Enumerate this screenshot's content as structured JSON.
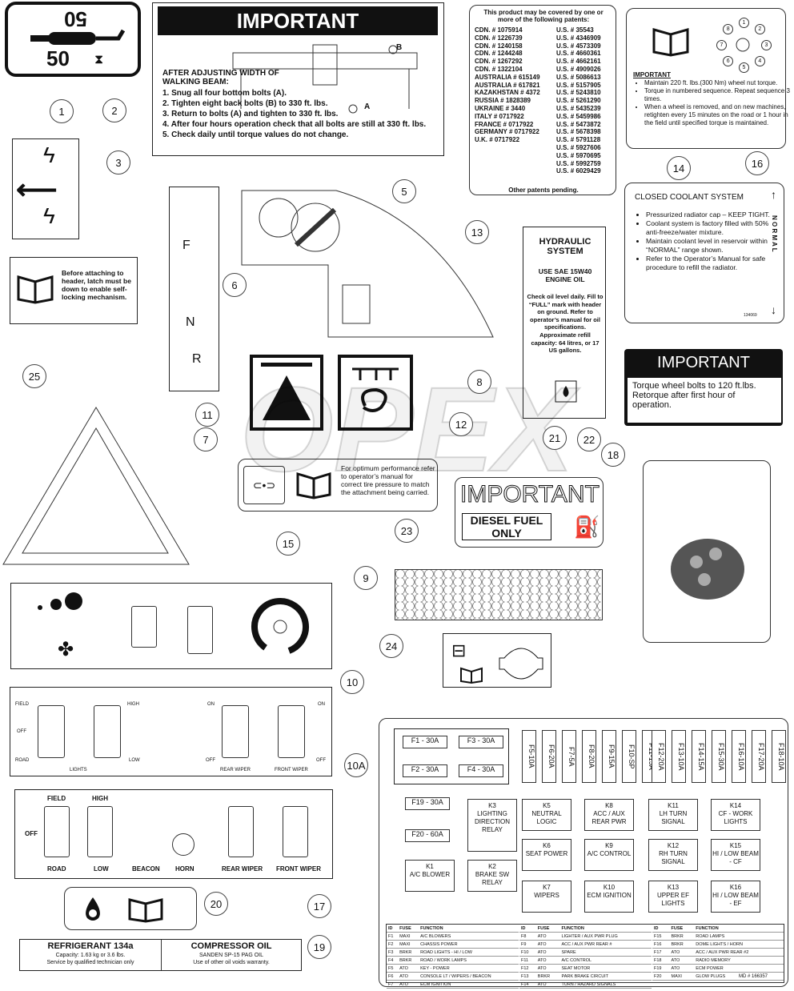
{
  "callouts": [
    "1",
    "2",
    "3",
    "5",
    "6",
    "8",
    "9",
    "10",
    "10A",
    "11",
    "12",
    "13",
    "14",
    "15",
    "16",
    "17",
    "18",
    "19",
    "20",
    "21",
    "22",
    "23",
    "24",
    "25",
    "7"
  ],
  "decal1": {
    "top": "50",
    "bottom": "50"
  },
  "decal2": {
    "title": "IMPORTANT",
    "labelA": "A",
    "labelB": "B",
    "heading": "AFTER ADJUSTING WIDTH OF WALKING BEAM:",
    "steps": [
      "1.  Snug all four bottom bolts (A).",
      "2.  Tighten eight back bolts (B) to 330 ft. lbs.",
      "3.  Return to bolts (A) and tighten to 330 ft. lbs.",
      "4.  After four hours operation check that all bolts are still at 330 ft. lbs.",
      "5.  Check daily until torque values do not change."
    ]
  },
  "decal13": {
    "header": "This product may be covered by one or more of the following patents:",
    "left": [
      "CDN. # 1075914",
      "CDN. # 1226739",
      "CDN. # 1240158",
      "CDN. # 1244248",
      "CDN. # 1267292",
      "CDN. # 1322104",
      "AUSTRALIA # 615149",
      "AUSTRALIA # 617821",
      "KAZAKHSTAN # 4372",
      "RUSSIA # 1828389",
      "UKRAINE # 3440",
      "ITALY # 0717922",
      "FRANCE # 0717922",
      "GERMANY # 0717922",
      "U.K. # 0717922"
    ],
    "right": [
      "U.S. # 35543",
      "U.S. # 4346909",
      "U.S. # 4573309",
      "U.S. # 4660361",
      "U.S. # 4662161",
      "U.S. # 4909026",
      "U.S. # 5086613",
      "U.S. # 5157905",
      "U.S. # 5243810",
      "U.S. # 5261290",
      "U.S. # 5435239",
      "U.S. # 5459986",
      "U.S. # 5473872",
      "U.S. # 5678398",
      "U.S. # 5791128",
      "U.S. # 5927606",
      "U.S. # 5970695",
      "U.S. # 5992759",
      "U.S. # 6029429"
    ],
    "footer": "Other patents pending."
  },
  "decal14": {
    "numbers": [
      "1",
      "2",
      "3",
      "4",
      "5",
      "6",
      "7",
      "8"
    ],
    "title": "IMPORTANT",
    "bullets": [
      "Maintain 220 ft. lbs.(300 Nm) wheel nut torque.",
      "Torque in numbered sequence. Repeat sequence 3 times.",
      "When a wheel is removed, and on new machines, retighten every 15 minutes on the road or 1 hour in the field until specified torque is maintained."
    ]
  },
  "decal16": {
    "title": "CLOSED COOLANT SYSTEM",
    "bullets": [
      "Pressurized radiator cap – KEEP TIGHT.",
      "Coolant system is factory filled with 50% anti-freeze/water mixture.",
      "Maintain coolant level in reservoir within “NORMAL” range shown.",
      "Refer to the Operator’s Manual for safe procedure to refill the radiator."
    ],
    "normal": "N O R M A L",
    "code": "134069"
  },
  "decal8": {
    "title": "HYDRAULIC SYSTEM",
    "oil": "USE SAE 15W40 ENGINE OIL",
    "text": "Check oil level daily. Fill to “FULL” mark with header on ground. Refer to operator’s manual for oil specifications. Approximate refill capacity: 64 litres, or 17 US gallons."
  },
  "decal22": {
    "title": "IMPORTANT",
    "text": "Torque wheel bolts to 120 ft.lbs. Retorque after first hour of operation."
  },
  "decal25": {
    "text": "Before attaching to header, latch must be down to enable self-locking mechanism."
  },
  "decal6": {
    "F": "F",
    "N": "N",
    "R": "R"
  },
  "decal15": {
    "text": "For optimum performance refer to operator’s manual for correct tire pressure to match the attachment being carried."
  },
  "decal21": {
    "title": "IMPORTANT",
    "line1": "DIESEL FUEL",
    "line2": "ONLY"
  },
  "decal10": {
    "field": "FIELD",
    "off": "OFF",
    "road": "ROAD",
    "lights": "LIGHTS",
    "high": "HIGH",
    "low": "LOW",
    "on1": "ON",
    "off1": "OFF",
    "rear": "REAR WIPER",
    "on2": "ON",
    "off2": "OFF",
    "front": "FRONT WIPER"
  },
  "decal10a": {
    "field": "FIELD",
    "high": "HIGH",
    "off": "OFF",
    "road": "ROAD",
    "low": "LOW",
    "beacon": "BEACON",
    "horn": "HORN",
    "rear": "REAR WIPER",
    "front": "FRONT WIPER"
  },
  "decal19": {
    "left_title": "REFRIGERANT 134a",
    "left_1": "Capacity: 1.63 kg or 3.6 lbs.",
    "left_2": "Service by qualified technician only",
    "right_title": "COMPRESSOR OIL",
    "right_1": "SANDEN SP-15 PAG OIL",
    "right_2": "Use of other oil voids warranty."
  },
  "fuses_top": [
    {
      "l": "F1 - 30A"
    },
    {
      "l": "F3 - 30A"
    },
    {
      "l": "F2 - 30A"
    },
    {
      "l": "F4 - 30A"
    }
  ],
  "fuses_vert": [
    "F5-10A",
    "F6-20A",
    "F7-5A",
    "F8-20A",
    "F9-15A",
    "F10-SP",
    "F11-15A",
    "F12-20A",
    "F13-10A",
    "F14-15A",
    "F15-30A",
    "F16-10A",
    "F17-20A",
    "F18-10A"
  ],
  "fuses_mid": [
    "F19 - 30A",
    "F20 - 60A"
  ],
  "relays": [
    {
      "k": "K3",
      "t": "LIGHTING DIRECTION RELAY"
    },
    {
      "k": "K5",
      "t": "NEUTRAL LOGIC"
    },
    {
      "k": "K8",
      "t": "ACC / AUX REAR PWR"
    },
    {
      "k": "K11",
      "t": "LH TURN SIGNAL"
    },
    {
      "k": "K14",
      "t": "CF - WORK LIGHTS"
    },
    {
      "k": "K6",
      "t": "SEAT POWER"
    },
    {
      "k": "K9",
      "t": "A/C CONTROL"
    },
    {
      "k": "K12",
      "t": "RH TURN SIGNAL"
    },
    {
      "k": "K15",
      "t": "HI / LOW BEAM - CF"
    },
    {
      "k": "K1",
      "t": "A/C BLOWER"
    },
    {
      "k": "K2",
      "t": "BRAKE SW RELAY"
    },
    {
      "k": "K7",
      "t": "WIPERS"
    },
    {
      "k": "K10",
      "t": "ECM IGNITION"
    },
    {
      "k": "K13",
      "t": "UPPER EF LIGHTS"
    },
    {
      "k": "K16",
      "t": "HI / LOW BEAM - EF"
    }
  ],
  "fuse_table": {
    "head": [
      "ID",
      "FUSE",
      "FUNCTION"
    ],
    "col1": [
      [
        "F1",
        "MAXI",
        "A/C BLOWERS"
      ],
      [
        "F2",
        "MAXI",
        "CHASSIS POWER"
      ],
      [
        "F3",
        "BRKR",
        "ROAD LIGHTS - HI / LOW"
      ],
      [
        "F4",
        "BRKR",
        "ROAD / WORK LAMPS"
      ],
      [
        "F5",
        "ATO",
        "KEY - POWER"
      ],
      [
        "F6",
        "ATO",
        "CONSOLE LT / WIPERS / BEACON"
      ],
      [
        "F7",
        "ATO",
        "ECM IGNITION"
      ]
    ],
    "col2": [
      [
        "F8",
        "ATO",
        "LIGHTER / AUX PWR PLUG"
      ],
      [
        "F9",
        "ATO",
        "ACC / AUX PWR REAR #"
      ],
      [
        "F10",
        "ATO",
        "SPARE"
      ],
      [
        "F11",
        "ATO",
        "A/C CONTROL"
      ],
      [
        "F12",
        "ATO",
        "SEAT MOTOR"
      ],
      [
        "F13",
        "BRKR",
        "PARK BRAKE CIRCUIT"
      ],
      [
        "F14",
        "ATO",
        "TURN / HAZARD SIGNALS"
      ]
    ],
    "col3": [
      [
        "F15",
        "BRKR",
        "ROAD LAMPS"
      ],
      [
        "F16",
        "BRKR",
        "DOME LIGHTS / HORN"
      ],
      [
        "F17",
        "ATO",
        "ACC / AUX PWR REAR #2"
      ],
      [
        "F18",
        "ATO",
        "RADIO MEMORY"
      ],
      [
        "F19",
        "ATO",
        "ECM POWER"
      ],
      [
        "F20",
        "MAXI",
        "GLOW PLUGS"
      ]
    ],
    "code": "MD # 166357"
  },
  "watermark": "OPEX"
}
